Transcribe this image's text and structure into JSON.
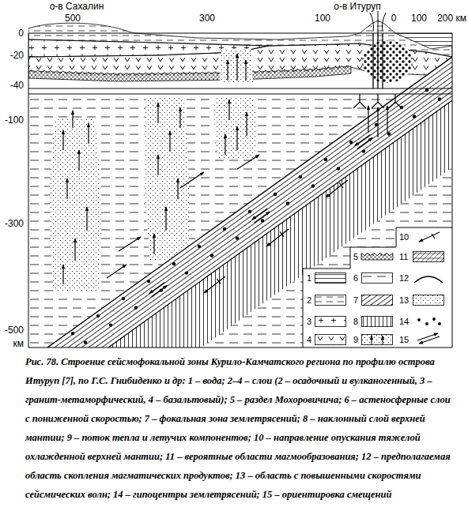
{
  "diagram": {
    "caption": "Рис. 78. Строение сейсмофокальной зоны Курило-Камчатского региона по профилю острова Итуруп [7], по Г.С. Гнибиденко и др: 1 – вода; 2–4 – слои (2 – осадочный и вулканогенный, 3 – гранит-метаморфический, 4 – базальтовый); 5 – раздел Мохоровичича; 6 – астеносферные слои с пониженной скоростью; 7 – фокальная зона землетрясений; 8 – наклонный слой верхней мантии; 9 – поток тепла и летучих компонентов; 10 – направление опускания тяжелой охлажденной верхней мантии; 11 – вероятные области магмообразования; 12 – предполагаемая область скопления магматических продуктов; 13 – область с повышенными скоростями сейсмических волн; 14 – гипоцентры землетрясений; 15 – ориентировка смещений",
    "labels": [
      "о-в Сахалин",
      "о-в Итуруп",
      "500",
      "300",
      "100",
      "0",
      "100",
      "200 км",
      "0",
      "-20",
      "-40",
      "-100",
      "-300",
      "-500",
      "км"
    ],
    "legend": [
      {
        "text": "1"
      },
      {
        "text": "2"
      },
      {
        "text": "3"
      },
      {
        "text": "4"
      },
      {
        "text": "5"
      },
      {
        "text": "6"
      },
      {
        "text": "7"
      },
      {
        "text": "8"
      },
      {
        "text": "9"
      },
      {
        "text": "10"
      },
      {
        "text": "11"
      },
      {
        "text": "12"
      },
      {
        "text": "13"
      },
      {
        "text": "14"
      },
      {
        "text": "15"
      }
    ]
  }
}
